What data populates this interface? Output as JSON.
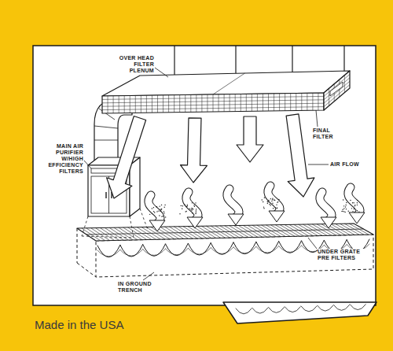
{
  "diagram": {
    "caption": "Made in the USA",
    "labels": [
      "OVER HEAD FILTER PLENUM",
      "MAIN AIR PURIFIER W/HIGH EFFICIENCY FILTERS",
      "FINAL FILTER",
      "AIR FLOW",
      "IN GROUND TRENCH",
      "UNDER GRATE PRE FILTERS"
    ]
  }
}
